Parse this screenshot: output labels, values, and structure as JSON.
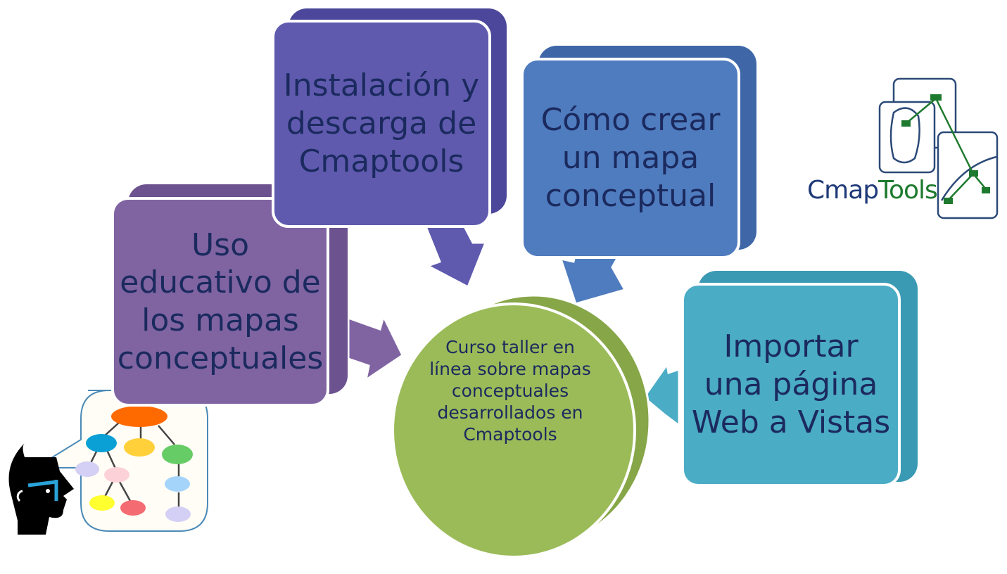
{
  "diagram": {
    "center": {
      "label": "Curso taller en línea sobre mapas conceptuales desarrollados en Cmaptools",
      "color": "#9BBB59"
    },
    "boxes": [
      {
        "label": "Uso educativo de los mapas conceptuales",
        "color": "#8064A2"
      },
      {
        "label": "Instalación y descarga de Cmaptools",
        "color": "#5F5AAE"
      },
      {
        "label": "Cómo crear un  mapa conceptual",
        "color": "#4F7BBF"
      },
      {
        "label": "Importar una página Web a Vistas",
        "color": "#4BACC6"
      }
    ]
  },
  "logo": {
    "part1": "Cmap",
    "part2": "Tools",
    "color1": "#1F3A78",
    "color2": "#1E7A2E"
  }
}
